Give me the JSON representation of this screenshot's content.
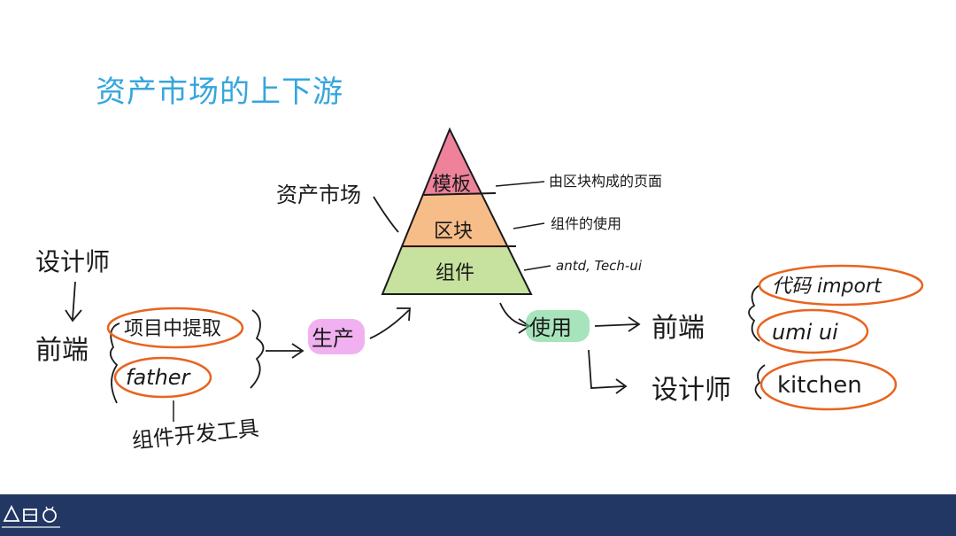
{
  "slide": {
    "title": "资产市场的上下游"
  },
  "pyramid": {
    "label": "资产市场",
    "layers": [
      {
        "label": "模板",
        "description": "由区块构成的页面",
        "color": "#e8587a"
      },
      {
        "label": "区块",
        "description": "组件的使用",
        "color": "#f39a4a"
      },
      {
        "label": "组件",
        "description": "antd, Tech-ui",
        "color": "#a7d36a"
      }
    ]
  },
  "left": {
    "designer": "设计师",
    "frontend": "前端",
    "sources": [
      "项目中提取",
      "father"
    ],
    "father_note": "组件开发工具",
    "produce": "生产"
  },
  "right": {
    "use": "使用",
    "frontend": "前端",
    "frontend_items": [
      "代码 import",
      "umi ui"
    ],
    "designer": "设计师",
    "designer_items": [
      "kitchen"
    ]
  },
  "colors": {
    "title": "#35a6dd",
    "footer": "#223763",
    "circle": "#e8641e",
    "produce_highlight": "#e77de8",
    "use_highlight": "#6dd28d"
  }
}
